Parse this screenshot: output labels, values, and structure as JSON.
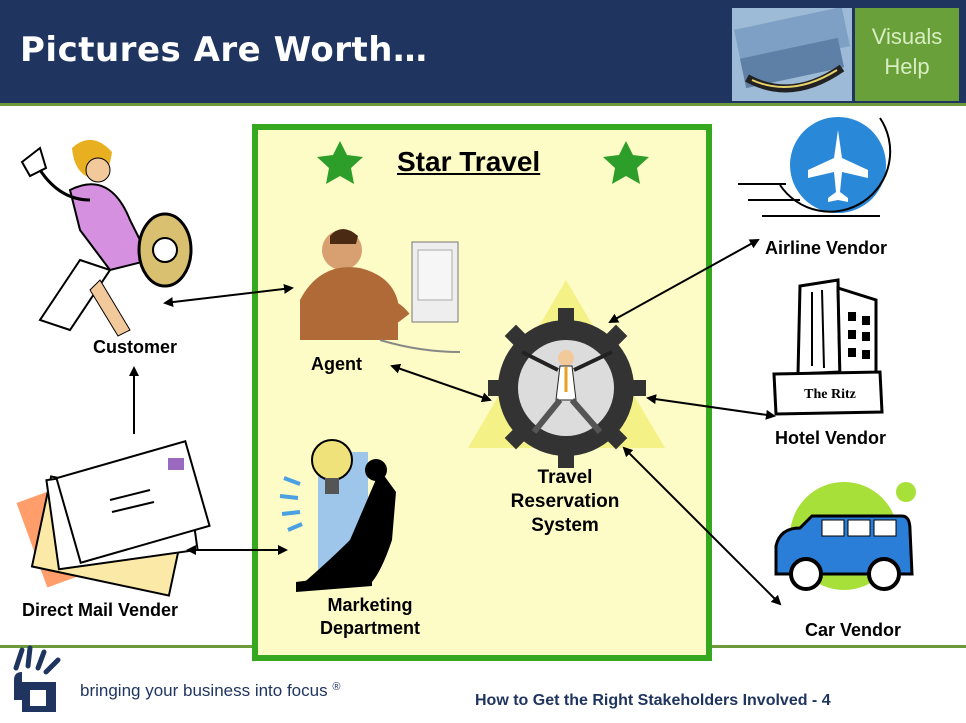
{
  "header": {
    "title": "Pictures Are Worth…",
    "badge_line1": "Visuals",
    "badge_line2": "Help"
  },
  "diagram": {
    "title": "Star Travel",
    "nodes": {
      "customer": "Customer",
      "agent": "Agent",
      "direct_mail": "Direct Mail Vender",
      "marketing_line1": "Marketing",
      "marketing_line2": "Department",
      "system_line1": "Travel",
      "system_line2": "Reservation",
      "system_line3": "System",
      "airline": "Airline Vendor",
      "hotel": "Hotel Vendor",
      "hotel_sign": "The Ritz",
      "car": "Car Vendor"
    }
  },
  "footer": {
    "tagline": "bringing your business into focus",
    "trademark": "®",
    "page_text": "How to Get the Right Stakeholders Involved - 4"
  },
  "colors": {
    "header_bg": "#1f3560",
    "accent_green": "#6aa03a",
    "box_border": "#35a820",
    "box_fill": "#fdfbc6",
    "star": "#2e9e2a"
  }
}
